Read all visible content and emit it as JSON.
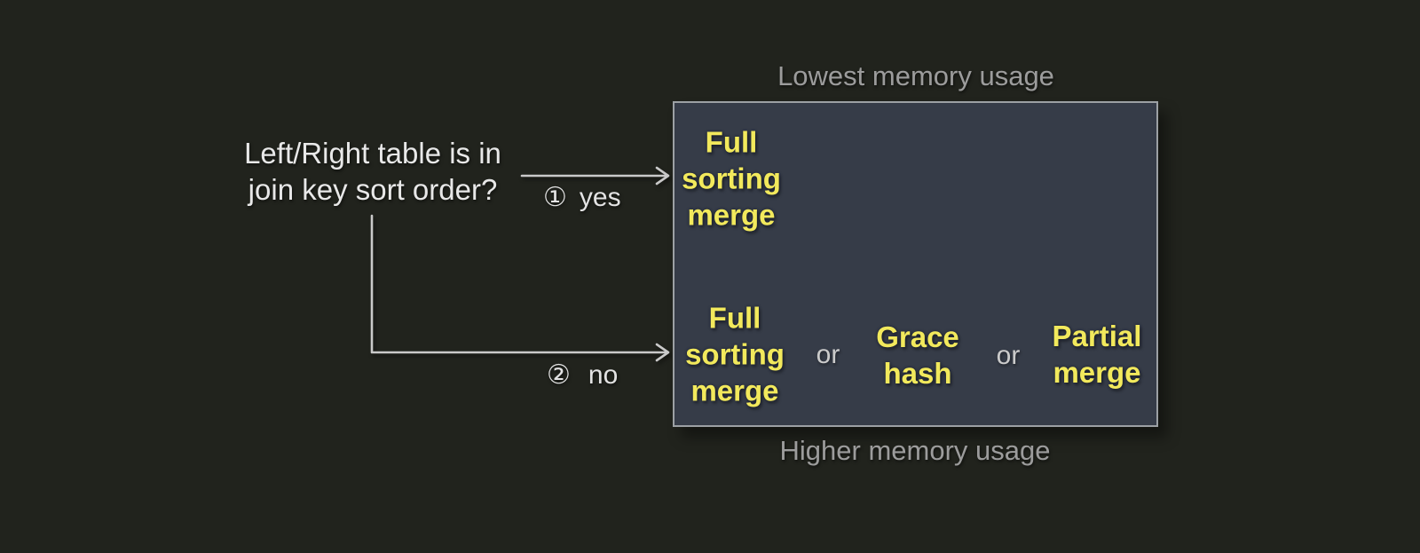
{
  "diagram": {
    "question": {
      "line1": "Left/Right table is in",
      "line2": "join key sort order?"
    },
    "branches": [
      {
        "number": "①",
        "label": "yes"
      },
      {
        "number": "②",
        "label": "no"
      }
    ],
    "box": {
      "top_caption": "Lowest memory usage",
      "bottom_caption": "Higher memory usage",
      "sorted_row": {
        "algorithms": [
          "Full sorting merge"
        ]
      },
      "unsorted_row": {
        "algorithms": [
          "Full sorting merge",
          "Grace hash",
          "Partial merge"
        ],
        "separator": "or"
      }
    },
    "colors": {
      "background": "#21231d",
      "box_background": "#363c48",
      "box_border": "#9ca0a4",
      "algorithm_text": "#f2e95c",
      "caption_text": "#9c9c9c",
      "question_text": "#e8e8e8",
      "connector": "#c9c9c9"
    }
  }
}
